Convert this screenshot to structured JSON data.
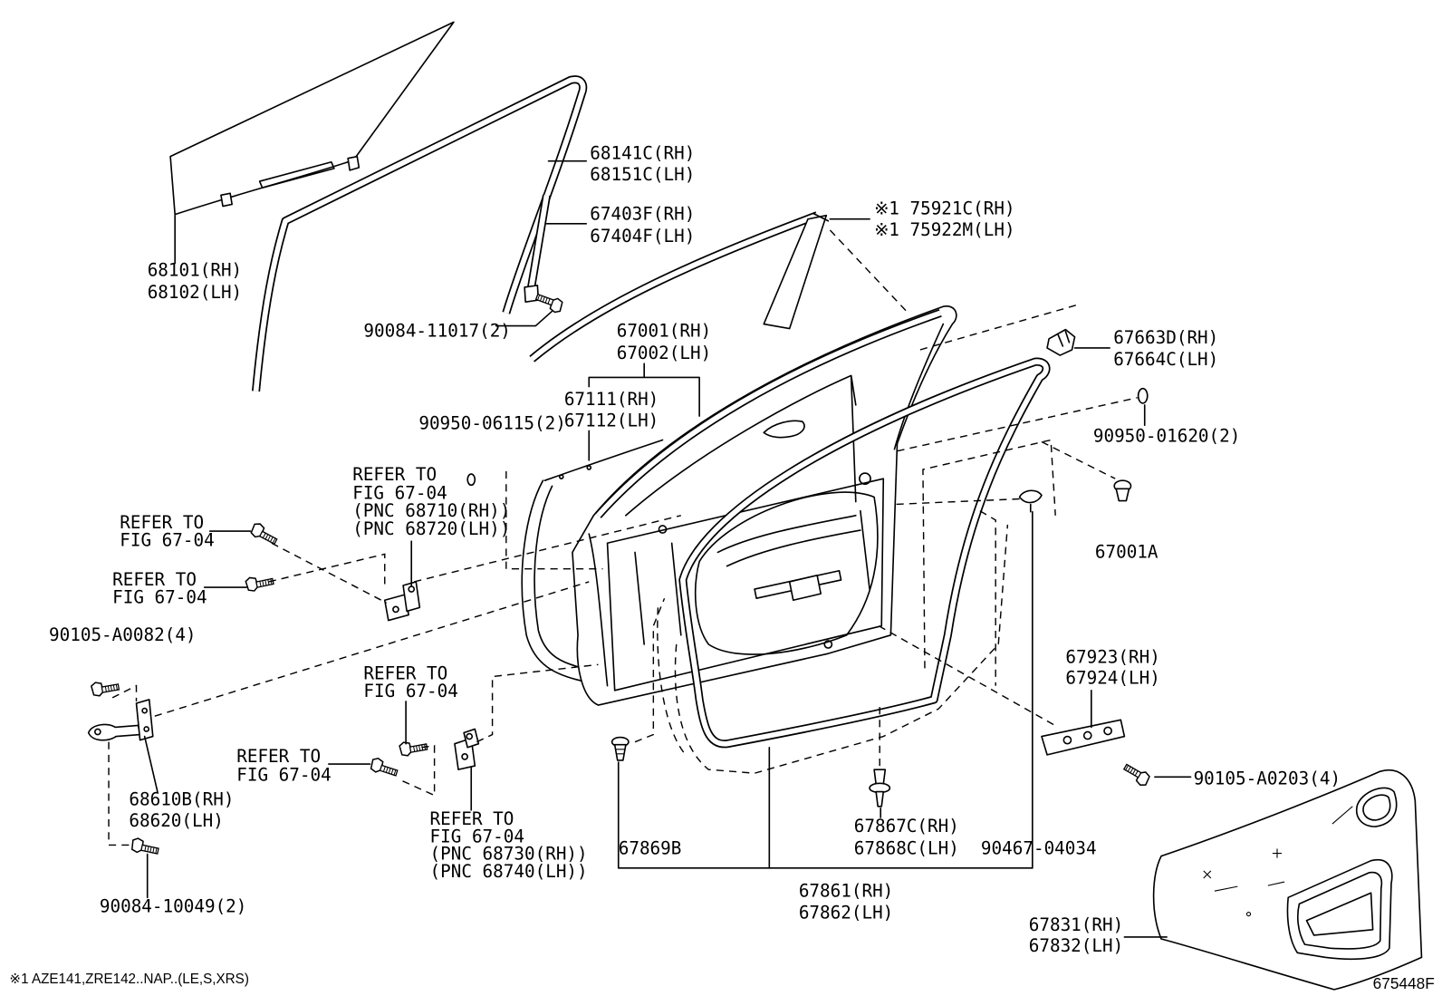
{
  "callouts": {
    "glass": {
      "rh": "68101(RH)",
      "lh": "68102(LH)"
    },
    "run_channel": {
      "rh": "68141C(RH)",
      "lh": "68151C(LH)"
    },
    "division_bar": {
      "rh": "67403F(RH)",
      "lh": "67404F(LH)"
    },
    "division_bar_screw": "90084-11017(2)",
    "belt_moulding": {
      "rh": "※1 75921C(RH)",
      "lh": "※1 75922M(LH)"
    },
    "door_panel": {
      "rh": "67001(RH)",
      "lh": "67002(LH)"
    },
    "outer_panel": {
      "rh": "67111(RH)",
      "lh": "67112(LH)"
    },
    "hole_plug_small": "90950-06115(2)",
    "bracket_upper": {
      "rh": "67663D(RH)",
      "lh": "67664C(LH)"
    },
    "hole_plug_right": "90950-01620(2)",
    "cap_67001a": "67001A",
    "refer_upper_hinge": {
      "line1": "REFER TO",
      "line2": "FIG 67-04",
      "pnc_rh": "(PNC 68710(RH))",
      "pnc_lh": "(PNC 68720(LH))"
    },
    "refer_bolt_a": {
      "line1": "REFER TO",
      "line2": "FIG 67-04"
    },
    "refer_bolt_b": {
      "line1": "REFER TO",
      "line2": "FIG 67-04"
    },
    "check_bolt": "90105-A0082(4)",
    "refer_bolt_c": {
      "line1": "REFER TO",
      "line2": "FIG 67-04"
    },
    "refer_bolt_d": {
      "line1": "REFER TO",
      "line2": "FIG 67-04"
    },
    "refer_lower_hinge": {
      "line1": "REFER TO",
      "line2": "FIG 67-04",
      "pnc_rh": "(PNC 68730(RH))",
      "pnc_lh": "(PNC 68740(LH))"
    },
    "door_check": {
      "rh": "68610B(RH)",
      "lh": "68620(LH)"
    },
    "check_screw": "90084-10049(2)",
    "trim_block": {
      "rh": "67923(RH)",
      "lh": "67924(LH)"
    },
    "trim_bolt": "90105-A0203(4)",
    "clip_67869b": "67869B",
    "clip_weatherstrip": {
      "rh": "67867C(RH)",
      "lh": "67868C(LH)"
    },
    "clip_90467": "90467-04034",
    "weatherstrip": {
      "rh": "67861(RH)",
      "lh": "67862(LH)"
    },
    "trim_panel": {
      "rh": "67831(RH)",
      "lh": "67832(LH)"
    }
  },
  "footnote": "※1  AZE141,ZRE142..NAP..(LE,S,XRS)",
  "figure_id": "675448F"
}
